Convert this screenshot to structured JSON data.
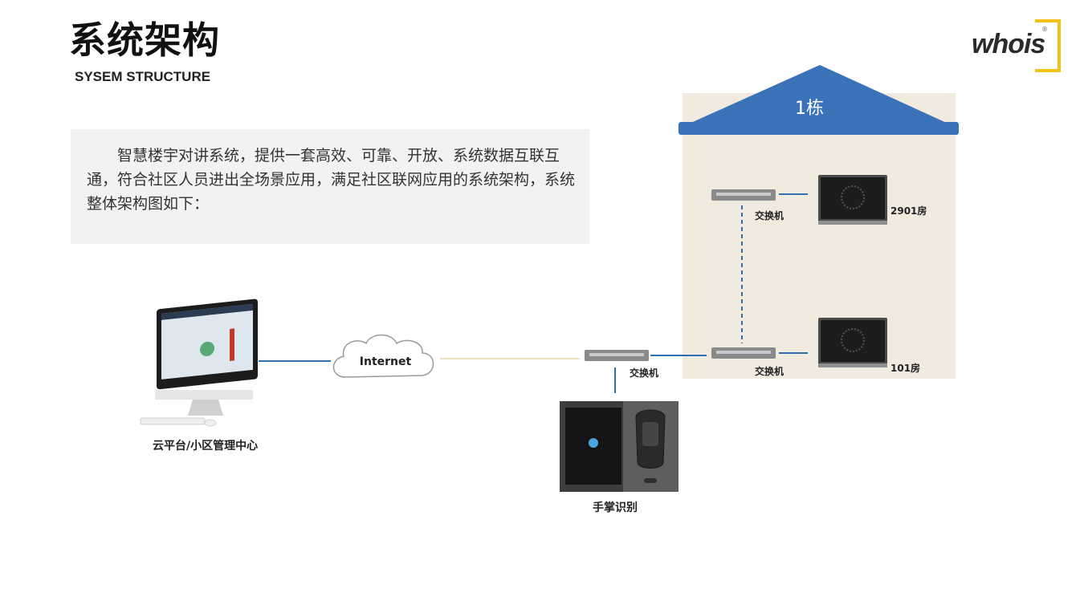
{
  "header": {
    "title": "系统架构",
    "subtitle": "SYSEM STRUCTURE"
  },
  "intro": {
    "text": "智慧楼宇对讲系统，提供一套高效、可靠、开放、系统数据互联互通，符合社区人员进出全场景应用，满足社区联网应用的系统架构，系统整体架构图如下："
  },
  "logo": {
    "text": "whois",
    "reg": "®",
    "bracket_color": "#f2c21a"
  },
  "diagram": {
    "building_label": "1栋",
    "switch_top_label": "交换机",
    "switch_bottom_label": "交换机",
    "switch_main_label": "交换机",
    "monitor_top_label": "2901房",
    "monitor_bottom_label": "101房",
    "cloud_label": "Internet",
    "computer_label": "云平台/小区管理中心",
    "palm_label": "手掌识别",
    "roof_color": "#3a73b8",
    "building_color": "#f1ebdf",
    "line_color": "#2f6fb0"
  }
}
